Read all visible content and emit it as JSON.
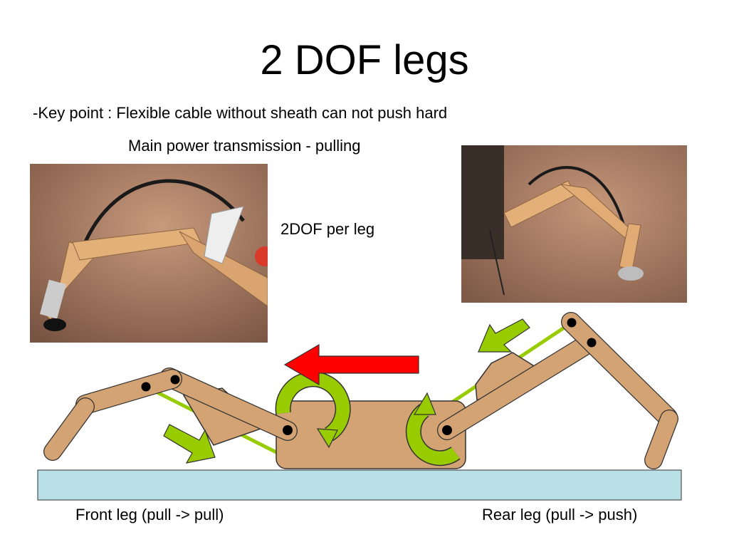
{
  "slide": {
    "title": "2 DOF legs",
    "key_point": "-Key point :  Flexible cable without sheath can not push hard",
    "transmission": "Main power transmission - pulling",
    "dof_note": "2DOF per leg",
    "front_leg_caption": "Front leg (pull -> pull)",
    "rear_leg_caption": "Rear leg (pull -> push)"
  },
  "colors": {
    "leg_fill": "#d4a373",
    "leg_stroke": "#333333",
    "ground_fill": "#b9e0e6",
    "cable_green": "#99cc00",
    "arrow_red": "#ff0000",
    "photo_background": "#a77a5c",
    "stick_wood": "#e4b07a"
  }
}
